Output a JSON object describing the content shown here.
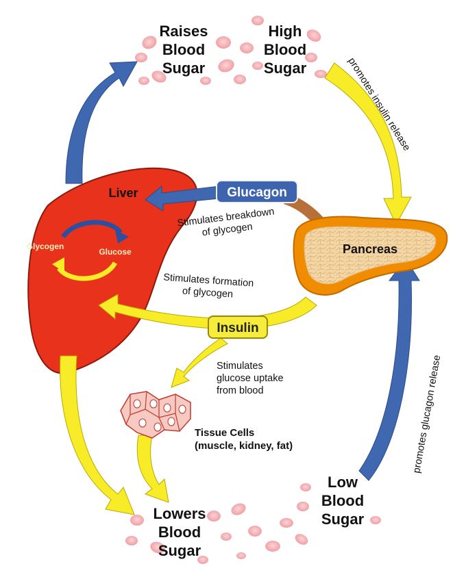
{
  "diagram": {
    "raises_blood_sugar": [
      "Raises",
      "Blood",
      "Sugar"
    ],
    "high_blood_sugar": [
      "High",
      "Blood",
      "Sugar"
    ],
    "low_blood_sugar": [
      "Low",
      "Blood",
      "Sugar"
    ],
    "lowers_blood_sugar": [
      "Lowers",
      "Blood",
      "Sugar"
    ],
    "promotes_insulin_release": "promotes insulin release",
    "promotes_glucagon_release": "promotes glucagon release",
    "liver": "Liver",
    "glucagon": "Glucagon",
    "insulin": "Insulin",
    "pancreas": "Pancreas",
    "glycogen": "Glycogen",
    "glucose": "Glucose",
    "stimulates_breakdown": [
      "Stimulates breakdown",
      "of glycogen"
    ],
    "stimulates_formation": [
      "Stimulates formation",
      "of glycogen"
    ],
    "stimulates_uptake": [
      "Stimulates",
      "glucose uptake",
      "from blood"
    ],
    "tissue_cells": [
      "Tissue Cells",
      "(muscle, kidney, fat)"
    ]
  },
  "colors": {
    "liver": "#e8321b",
    "pancreas_outer": "#f08c00",
    "pancreas_inner": "#f4d6a4",
    "arrow_blue": "#3f68b0",
    "arrow_yellow": "#f8ec28",
    "blood_cell": "#f2b0b4",
    "glucagon_box": "#3e64b0",
    "insulin_box": "#f6ec3c"
  }
}
